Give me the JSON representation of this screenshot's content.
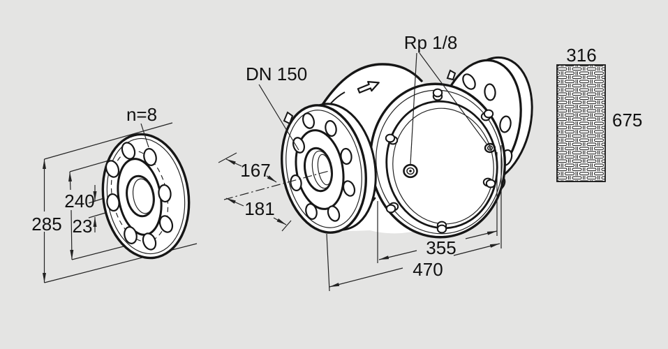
{
  "colors": {
    "background": "#e4e4e3",
    "line": "#161616",
    "face_fill": "#ffffff"
  },
  "flange_view": {
    "bolt_count": "n=8",
    "outer_diameter": "285",
    "bolt_circle_diameter": "240",
    "bolt_hole_diameter": "23"
  },
  "valve_view": {
    "flange_size": "DN 150",
    "pressure_tap": "Rp 1/8",
    "dim_above_axis": "167",
    "dim_below_axis": "181",
    "dim_body_length": "355",
    "dim_face_to_face": "470"
  },
  "mesh_block": {
    "width": "316",
    "height": "675"
  }
}
